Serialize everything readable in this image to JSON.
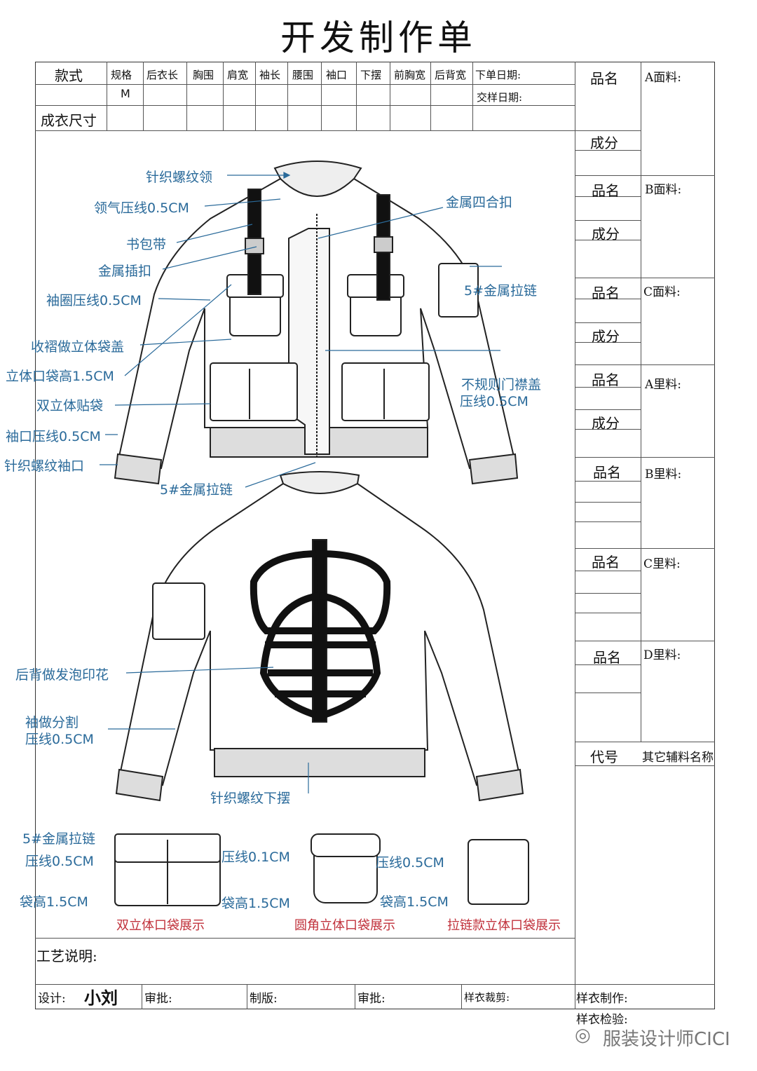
{
  "title": "开发制作单",
  "header": {
    "style_label": "款式",
    "cols": [
      "规格",
      "后衣长",
      "胸围",
      "肩宽",
      "袖长",
      "腰围",
      "袖口",
      "下摆",
      "前胸宽",
      "后背宽"
    ],
    "size_value": "M",
    "order_date_label": "下单日期:",
    "delivery_date_label": "交样日期:",
    "garment_size_label": "成衣尺寸"
  },
  "materials": {
    "name_label": "品名",
    "comp_label": "成分",
    "fabric_a": "A面料:",
    "fabric_b": "B面料:",
    "fabric_c": "C面料:",
    "lining_a": "A里料:",
    "lining_b": "B里料:",
    "lining_c": "C里料:",
    "lining_d": "D里料:",
    "code_label": "代号",
    "accessory_label": "其它辅料名称"
  },
  "callouts": {
    "rib_collar": "针织螺纹领",
    "collar_stitch": "领气压线0.5CM",
    "bag_strap": "书包带",
    "metal_buckle": "金属插扣",
    "armhole_stitch": "袖圈压线0.5CM",
    "pleat_flap": "收褶做立体袋盖",
    "pocket_height": "立体口袋高1.5CM",
    "double_pocket": "双立体贴袋",
    "cuff_stitch": "袖口压线0.5CM",
    "rib_cuff": "针织螺纹袖口",
    "zip_front": "5#金属拉链",
    "snap": "金属四合扣",
    "sleeve_zip": "5#金属拉链",
    "placket_1": "不规则门襟盖",
    "placket_2": "压线0.5CM",
    "back_print": "后背做发泡印花",
    "sleeve_split_1": "袖做分割",
    "sleeve_split_2": "压线0.5CM",
    "rib_hem": "针织螺纹下摆"
  },
  "details": {
    "zip": "5#金属拉链",
    "stitch1": "压线0.5CM",
    "height1": "袋高1.5CM",
    "stitch2": "压线0.1CM",
    "height2": "袋高1.5CM",
    "stitch3": "压线0.5CM",
    "height3": "袋高1.5CM",
    "cap1": "双立体口袋展示",
    "cap2": "圆角立体口袋展示",
    "cap3": "拉链款立体口袋展示"
  },
  "footer": {
    "process_label": "工艺说明:",
    "design_label": "设计:",
    "designer_signature": "小刘",
    "approve1": "审批:",
    "pattern": "制版:",
    "approve2": "审批:",
    "sample_cut": "样衣裁剪:",
    "sample_make": "样衣制作:",
    "sample_check": "样衣检验:"
  },
  "watermark": "服装设计师CICI",
  "colors": {
    "callout": "#2a6a9a",
    "caption": "#c0303a"
  }
}
